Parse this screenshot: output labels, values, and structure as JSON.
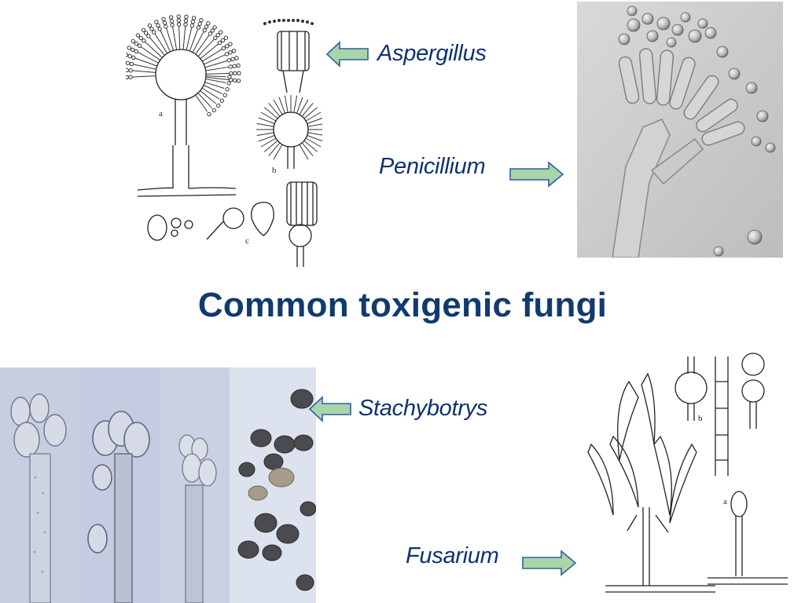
{
  "slide": {
    "title": "Common toxigenic fungi",
    "labels": {
      "aspergillus": "Aspergillus",
      "penicillium": "Penicillium",
      "stachybotrys": "Stachybotrys",
      "fusarium": "Fusarium"
    },
    "drawing_letters": {
      "asp_a": "a",
      "asp_b": "b",
      "asp_c": "c",
      "fus_a": "a",
      "fus_b": "b"
    }
  },
  "colors": {
    "text": "#0f3272",
    "title": "#113a6e",
    "arrow_fill": "#a9d5a8",
    "arrow_stroke": "#2f5fa8"
  },
  "icons": {
    "arrow_left": "arrow-left-icon",
    "arrow_right": "arrow-right-icon"
  }
}
